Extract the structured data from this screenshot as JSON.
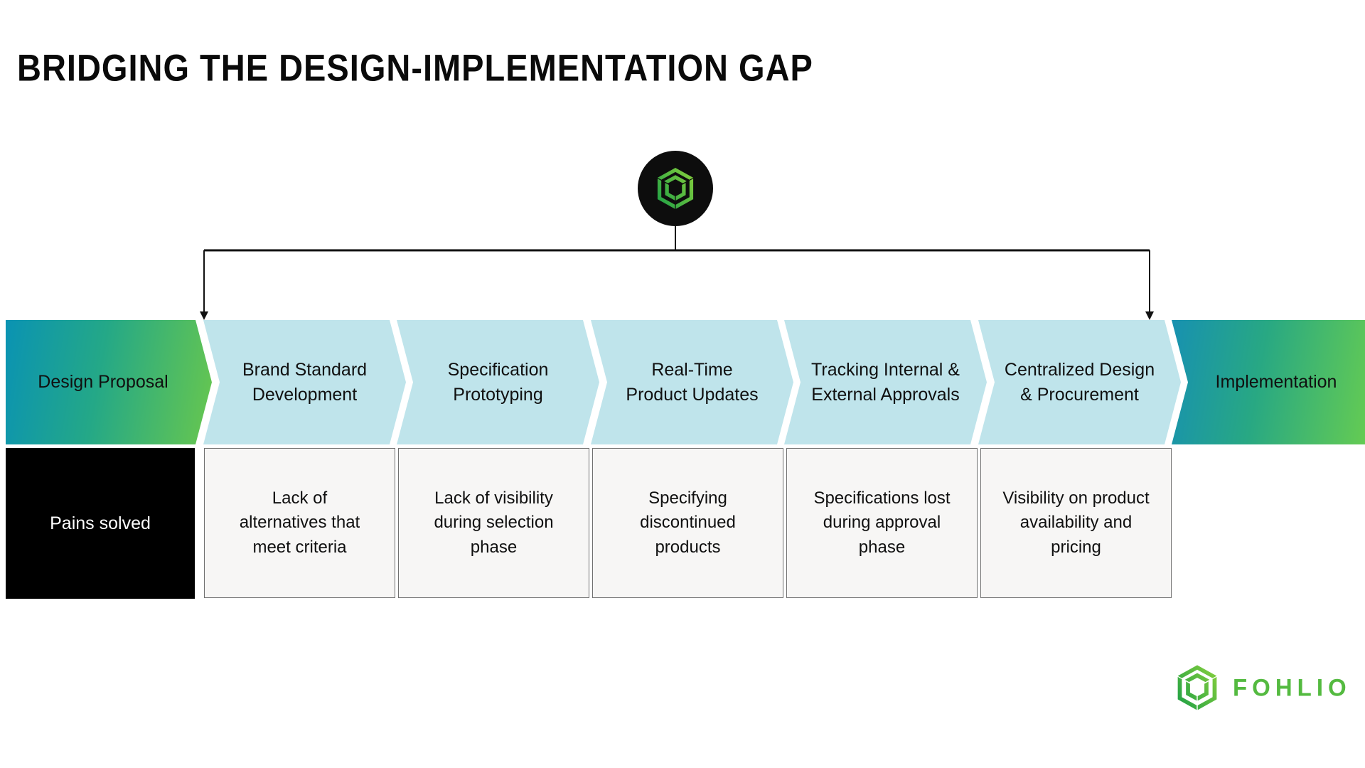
{
  "title": "BRIDGING THE DESIGN-IMPLEMENTATION GAP",
  "flow": {
    "stages": [
      {
        "label": "Design Proposal",
        "style": "gradient"
      },
      {
        "label": "Brand Standard\nDevelopment",
        "style": "light"
      },
      {
        "label": "Specification\nPrototyping",
        "style": "light"
      },
      {
        "label": "Real-Time\nProduct Updates",
        "style": "light"
      },
      {
        "label": "Tracking Internal &\nExternal Approvals",
        "style": "light"
      },
      {
        "label": "Centralized Design\n& Procurement",
        "style": "light"
      },
      {
        "label": "Implementation",
        "style": "gradient"
      }
    ],
    "pains_header": "Pains solved",
    "pains": [
      "Lack of\nalternatives that\nmeet criteria",
      "Lack of visibility\nduring selection\nphase",
      "Specifying\ndiscontinued\nproducts",
      "Specifications lost\nduring approval\nphase",
      "Visibility on product\navailability and\npricing"
    ]
  },
  "brand": {
    "wordmark": "FOHLIO",
    "logo_icon": "fohlio-cube-icon"
  },
  "colors": {
    "gradient_teal": "#0a93b3",
    "gradient_green": "#68c74e",
    "stage_light_blue": "#bfe4eb",
    "pains_header_bg": "#000000",
    "pain_box_bg": "#f7f6f5",
    "pain_box_border": "#707070",
    "logo_green_dark": "#169c46",
    "logo_green_light": "#8ed33c",
    "wordmark_green": "#54ba40",
    "connector_black": "#111111"
  }
}
